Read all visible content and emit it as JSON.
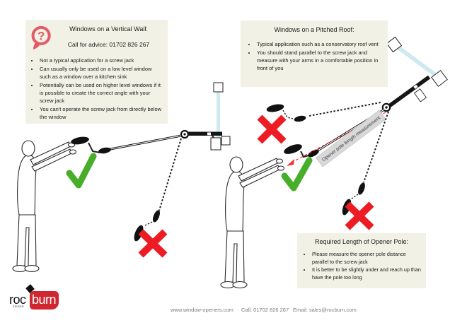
{
  "colors": {
    "box_bg": "#f2f1e5",
    "accent_red": "#ed1c24",
    "check_green": "#46ae28",
    "window_blue": "#cfe9f0",
    "brand_red": "#cf2630",
    "measure_line_red": "#ff2a2a",
    "label_gray": "#d8d8d8"
  },
  "icon_question": "?",
  "boxes": {
    "vertical_wall": {
      "title": "Windows on a Vertical Wall:",
      "advice": "Call for advice: 01702 826 267",
      "bullets": [
        "Not a typical application for a screw jack",
        "Can usually only be used on a low level window such as a window over a kitchen sink",
        "Potentially can be used on higher level windows if it is possible to create the correct angle with your screw jack",
        "You can't operate the screw jack from directly below the window"
      ]
    },
    "pitched_roof": {
      "title": "Windows on a Pitched Roof:",
      "bullets": [
        "Typical application such as a conservatory roof vent",
        "You should stand parallel to the screw jack and measure with your arms in a comfortable position in front of you"
      ]
    },
    "opener_pole": {
      "title": "Required Length of Opener Pole:",
      "bullets": [
        "Please measure the opener pole distance parallel to the screw jack",
        "It is better to be slightly under and reach up than have the pole too long"
      ]
    }
  },
  "diagram": {
    "measurement_label": "Opener pole length measurement"
  },
  "logo": {
    "name_black": "roc",
    "name_white": "burn",
    "suffix": "limited"
  },
  "footer": {
    "website": "www.window-openers.com",
    "call": "Call:  01702 826 267",
    "email": "Email: sales@rocburn.com"
  }
}
